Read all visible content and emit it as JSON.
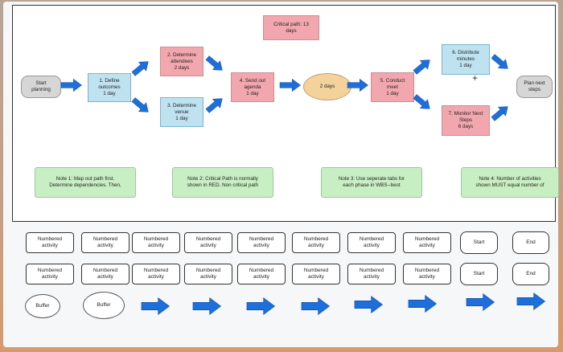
{
  "critical_path": "Critical path: 13\ndays",
  "nodes": {
    "start": "Start\nplanning",
    "define": "1. Define\noutcomes\n1 day",
    "attendees": "2. Determine\nattendees\n2 days",
    "venue": "3. Determine\nvenue\n1 day",
    "agenda": "4. Send out\nagenda\n1 day",
    "twodays": "2 days",
    "meet": "5. Conduct\nmeet\n1 day",
    "distribute": "6. Distribute\nminutes\n1 day",
    "monitor": "7. Monitor Next\nSteps\n6 days",
    "plan": "Plan next\nsteps"
  },
  "plus_symbol": "+",
  "notes": [
    "Note 1: Map out path first.\nDetermine dependencies. Then,",
    "Note 2: Critical Path is normally\nshown in RED. Non critical path",
    "Note 3: Use seperate tabs for\neach phase in WBS--best",
    "Note 4: Number of activities\nshown MUST equal number of"
  ],
  "palette": {
    "tile": "Numbered\nactivity",
    "start": "Start",
    "end": "End",
    "buffer": "Buffer"
  },
  "colors": {
    "critical": "#f1a7ad",
    "non_critical": "#bfe2f0",
    "note": "#c8eec3",
    "arrow": "#1e6fd9"
  }
}
